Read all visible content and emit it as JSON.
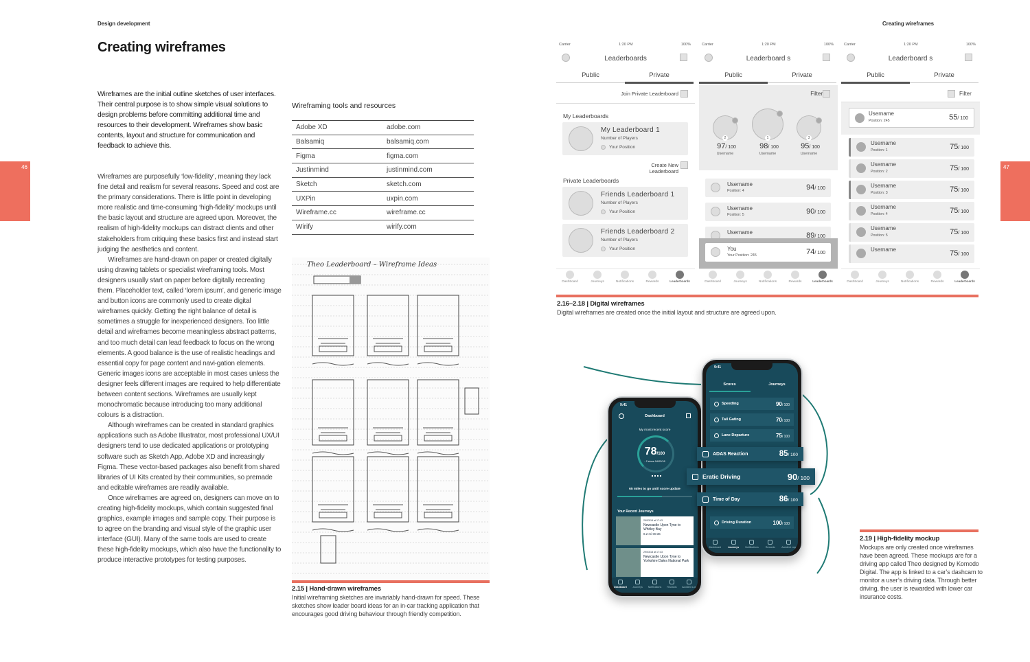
{
  "running_heads": {
    "left": "Design development",
    "right": "Creating wireframes"
  },
  "page_numbers": {
    "left": "46",
    "right": "47"
  },
  "accent_color": "#ee6f5e",
  "title": "Creating wireframes",
  "intro": "Wireframes are the initial outline sketches of user interfaces. Their central purpose is to show simple visual solutions to design problems before committing additional time and resources to their development. Wireframes show basic contents, layout and structure for communication and feedback to achieve this.",
  "body": [
    "Wireframes are purposefully ‘low-fidelity’, meaning they lack fine detail and realism for several reasons. Speed and cost are the primary considerations. There is little point in developing more realistic and time-consuming ‘high-fidelity’ mockups until the basic layout and structure are agreed upon. Moreover, the realism of high-fidelity mockups can distract clients and other stakeholders from critiquing these basics first and instead start judging the aesthetics and content.",
    "Wireframes are hand-drawn on paper or created digitally using drawing tablets or specialist wireframing tools. Most designers usually start on paper before digitally recreating them. Placeholder text, called ‘lorem ipsum’, and generic image and button icons are commonly used to create digital wireframes quickly. Getting the right balance of detail is sometimes a struggle for inexperienced designers. Too little detail and wireframes become meaningless abstract patterns, and too much detail can lead feedback to focus on the wrong elements. A good balance is the use of realistic headings and essential copy for page content and navi-gation elements. Generic images icons are acceptable in most cases unless the designer feels different images are required to help differentiate between content sections. Wireframes are usually kept monochromatic because introducing too many additional colours is a distraction.",
    "Although wireframes can be created in standard graphics applications such as Adobe Illustrator, most professional UX/UI designers tend to use dedicated applications or prototyping software such as Sketch App, Adobe XD and increasingly Figma. These vector-based packages also benefit from shared libraries of UI Kits created by their communities, so premade and editable wireframes are readily available.",
    "Once wireframes are agreed on, designers can move on to creating high-fidelity mockups, which contain suggested final graphics, example images and sample copy. Their purpose is to agree on the branding and visual style of the graphic user interface (GUI). Many of the same tools are used to create these high-fidelity mockups, which also have the functionality to produce interactive prototypes for testing purposes."
  ],
  "tools_table": {
    "title": "Wireframing tools and resources",
    "rows": [
      [
        "Adobe XD",
        "adobe.com"
      ],
      [
        "Balsamiq",
        "balsamiq.com"
      ],
      [
        "Figma",
        "figma.com"
      ],
      [
        "Justinmind",
        "justinmind.com"
      ],
      [
        "Sketch",
        "sketch.com"
      ],
      [
        "UXPin",
        "uxpin.com"
      ],
      [
        "Wireframe.cc",
        "wireframe.cc"
      ],
      [
        "Wirify",
        "wirify.com"
      ]
    ]
  },
  "sketch": {
    "handwritten_title": "Theo Leaderboard – Wireframe Ideas"
  },
  "captions": {
    "fig215": {
      "label": "2.15 | Hand-drawn wireframes",
      "text": "Initial wireframing sketches are invariably hand-drawn for speed. These sketches show leader board ideas for an in-car tracking application that encourages good driving behaviour through friendly competition."
    },
    "fig216": {
      "label": "2.16–2.18 | Digital wireframes",
      "text": "Digital wireframes are created once the initial layout and structure are agreed upon."
    },
    "fig219": {
      "label": "2.19 | High-fidelity mockup",
      "text": "Mockups are only created once wireframes have been agreed. These mockups are for a driving app called Theo designed by Komodo Digital. The app is linked to a car’s dashcam to monitor a user’s driving data. Through better driving, the user is rewarded with lower car insurance costs."
    }
  },
  "wireframes": {
    "status": {
      "carrier": "Carrier",
      "time": "1:20 PM",
      "battery": "100%"
    },
    "tabs": [
      "Public",
      "Private"
    ],
    "nav": [
      "Dashboard",
      "Journeys",
      "Notifications",
      "Rewards",
      "Leaderboards"
    ],
    "active_nav": "Leaderboards",
    "out_of": "/ 100",
    "screen1": {
      "title": "Leaderboards",
      "active_tab": "Private",
      "join": "Join Private Leaderboard",
      "my_heading": "My Leaderboards",
      "create": "Create New Leaderboard",
      "private_heading": "Private Leaderboards",
      "players": "Number of Players",
      "position": "Your Position",
      "cards": [
        "My Leaderboard 1",
        "Friends Leaderboard 1",
        "Friends Leaderboard 2"
      ]
    },
    "screen2": {
      "title": "Leaderboard s",
      "active_tab": "Public",
      "filter": "Filter",
      "podium": [
        {
          "rank": "2",
          "score": "97",
          "name": "Username"
        },
        {
          "rank": "1",
          "score": "98",
          "name": "Username"
        },
        {
          "rank": "3",
          "score": "95",
          "name": "Username"
        }
      ],
      "list": [
        {
          "name": "Username",
          "position": "Position: 4",
          "score": "94"
        },
        {
          "name": "Username",
          "position": "Position: 5",
          "score": "90"
        },
        {
          "name": "Username",
          "position": "",
          "score": "89"
        }
      ],
      "you": {
        "name": "You",
        "position": "Your Position: 245",
        "score": "74"
      }
    },
    "screen3": {
      "title": "Leaderboard s",
      "active_tab": "Public",
      "filter": "Filter",
      "me": {
        "name": "Username",
        "position": "Position: 245",
        "score": "55"
      },
      "list": [
        {
          "name": "Username",
          "position": "Position: 1",
          "score": "75"
        },
        {
          "name": "Username",
          "position": "Position: 2",
          "score": "75"
        },
        {
          "name": "Username",
          "position": "Position: 3",
          "score": "75"
        },
        {
          "name": "Username",
          "position": "Position: 4",
          "score": "75"
        },
        {
          "name": "Username",
          "position": "Position: 5",
          "score": "75"
        },
        {
          "name": "Username",
          "position": "",
          "score": "75"
        }
      ]
    }
  },
  "mockup": {
    "time": "9:41",
    "dashboard": {
      "title": "Dashboard",
      "recent_label": "My most recent score",
      "score": "78",
      "score_unit": "/100",
      "change": "- 2 since 04/02/18",
      "miles": "65 miles to go until score update",
      "progress": 0.6,
      "journeys_heading": "Your Recent Journeys",
      "journeys": [
        {
          "date": "29/03/18 at 17:43",
          "route": "Newcastle Upon Tyne to Whitley Bay",
          "stats": "8.2 mi   00:36"
        },
        {
          "date": "29/03/18 at 17:43",
          "route": "Newcastle Upon Tyne to Yorkshire Dales National Park",
          "stats": ""
        }
      ],
      "nav": [
        "Dashboard",
        "Journeys",
        "Notifications",
        "Rewards",
        "Accident Log"
      ]
    },
    "scores": {
      "tabs": [
        "Scores",
        "Journeys"
      ],
      "active_tab": "Scores",
      "out_of": "/ 100",
      "rows": [
        {
          "label": "Speeding",
          "score": "90",
          "icon": "speedometer-icon"
        },
        {
          "label": "Tail Gating",
          "score": "70",
          "icon": "tailgating-icon"
        },
        {
          "label": "Lane Departure",
          "score": "75",
          "icon": "lane-icon"
        },
        {
          "label": "ADAS Reaction",
          "score": "85",
          "icon": "lightning-icon"
        },
        {
          "label": "Eratic Driving",
          "score": "90",
          "icon": "car-icon"
        },
        {
          "label": "Time of Day",
          "score": "86",
          "icon": "sun-moon-icon"
        },
        {
          "label": "Driving Duration",
          "score": "100",
          "icon": "clock-icon"
        }
      ],
      "nav": [
        "Dashboard",
        "Journeys",
        "Notifications",
        "Rewards",
        "Accident Log"
      ],
      "active_nav": "Journeys"
    },
    "teal": "#184a5b",
    "line_color": "#1f7a74"
  }
}
